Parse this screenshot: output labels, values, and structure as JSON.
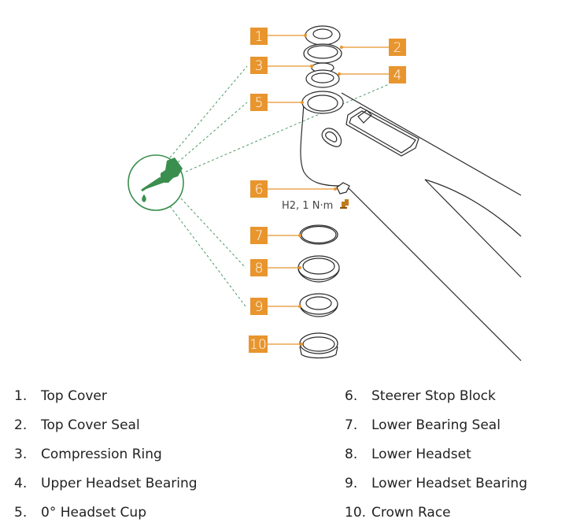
{
  "diagram": {
    "title": "Headset exploded view",
    "callouts": [
      {
        "number": "1",
        "part": "Top Cover"
      },
      {
        "number": "2",
        "part": "Top Cover Seal"
      },
      {
        "number": "3",
        "part": "Compression Ring"
      },
      {
        "number": "4",
        "part": "Upper Headset Bearing"
      },
      {
        "number": "5",
        "part": "0° Headset Cup"
      },
      {
        "number": "6",
        "part": "Steerer Stop Block"
      },
      {
        "number": "7",
        "part": "Lower Bearing Seal"
      },
      {
        "number": "8",
        "part": "Lower Headset"
      },
      {
        "number": "9",
        "part": "Lower Headset Bearing"
      },
      {
        "number": "10",
        "part": "Crown Race"
      }
    ],
    "torque_spec": "H2, 1 N·m",
    "grease_icon": "grease-applicator-icon",
    "torque_icon": "bolt-icon",
    "colors": {
      "callout": "#e8952e",
      "grease": "#3a8f4e",
      "line": "#2b2b2b"
    }
  },
  "legend": {
    "left": [
      {
        "num": "1.",
        "label": "Top Cover"
      },
      {
        "num": "2.",
        "label": "Top Cover Seal"
      },
      {
        "num": "3.",
        "label": "Compression Ring"
      },
      {
        "num": "4.",
        "label": "Upper Headset Bearing"
      },
      {
        "num": "5.",
        "label": "0° Headset Cup"
      }
    ],
    "right": [
      {
        "num": "6.",
        "label": "Steerer Stop Block"
      },
      {
        "num": "7.",
        "label": "Lower Bearing Seal"
      },
      {
        "num": "8.",
        "label": "Lower Headset"
      },
      {
        "num": "9.",
        "label": "Lower Headset Bearing"
      },
      {
        "num": "10.",
        "label": "Crown Race"
      }
    ]
  }
}
